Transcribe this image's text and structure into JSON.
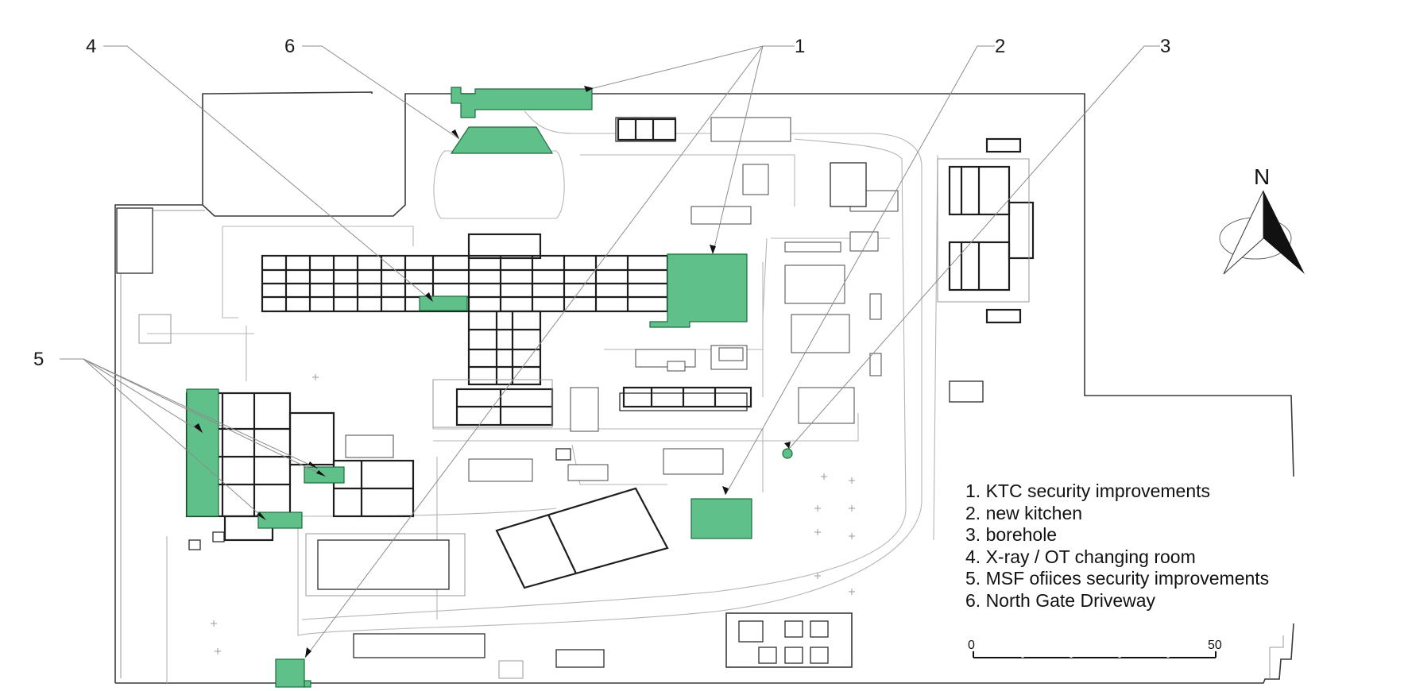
{
  "colors": {
    "highlight": "#5fc08a",
    "highlight_stroke": "#1f6b3c",
    "walls": "#2d2d2d",
    "paths": "#b5b5b5",
    "background": "#ffffff"
  },
  "callouts": [
    "1",
    "2",
    "3",
    "4",
    "5",
    "6"
  ],
  "legend": [
    "1. KTC security improvements",
    "2. new kitchen",
    "3. borehole",
    "4. X-ray / OT changing room",
    "5. MSF ofiices security improvements",
    "6. North Gate Driveway"
  ],
  "north_arrow": {
    "label": "N",
    "icon": "north-arrow-icon"
  },
  "scale_bar": {
    "start_label": "0",
    "end_label": "50"
  }
}
